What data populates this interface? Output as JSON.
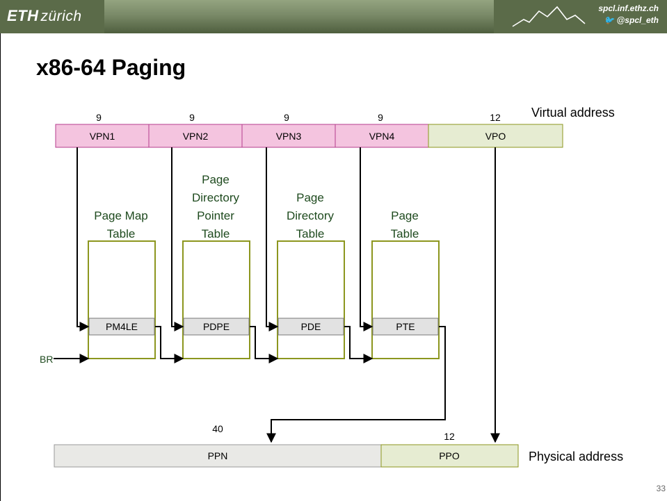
{
  "header": {
    "logo_text": "ETH",
    "logo_subtext": "zürich",
    "site": "spcl.inf.ethz.ch",
    "twitter": "@spcl_eth"
  },
  "title": "x86-64 Paging",
  "page_number": "33",
  "virtual_address": {
    "label": "Virtual address",
    "fields": [
      {
        "name": "VPN1",
        "bits": "9"
      },
      {
        "name": "VPN2",
        "bits": "9"
      },
      {
        "name": "VPN3",
        "bits": "9"
      },
      {
        "name": "VPN4",
        "bits": "9"
      },
      {
        "name": "VPO",
        "bits": "12"
      }
    ]
  },
  "tables": [
    {
      "title_lines": [
        "Page Map",
        "Table"
      ],
      "entry": "PM4LE"
    },
    {
      "title_lines": [
        "Page",
        "Directory",
        "Pointer",
        "Table"
      ],
      "entry": "PDPE"
    },
    {
      "title_lines": [
        "Page",
        "Directory",
        "Table"
      ],
      "entry": "PDE"
    },
    {
      "title_lines": [
        "Page",
        "Table"
      ],
      "entry": "PTE"
    }
  ],
  "base_register": "BR",
  "physical_address": {
    "label": "Physical address",
    "fields": [
      {
        "name": "PPN",
        "bits": "40"
      },
      {
        "name": "PPO",
        "bits": "12"
      }
    ]
  },
  "colors": {
    "vpn_fill": "#f4c4df",
    "vpn_stroke": "#b43c8c",
    "green_stroke": "#8c961e",
    "vpo_fill": "#e6ecd2",
    "ppn_fill": "#e9e9e6",
    "table_text": "#1e4a1e"
  }
}
